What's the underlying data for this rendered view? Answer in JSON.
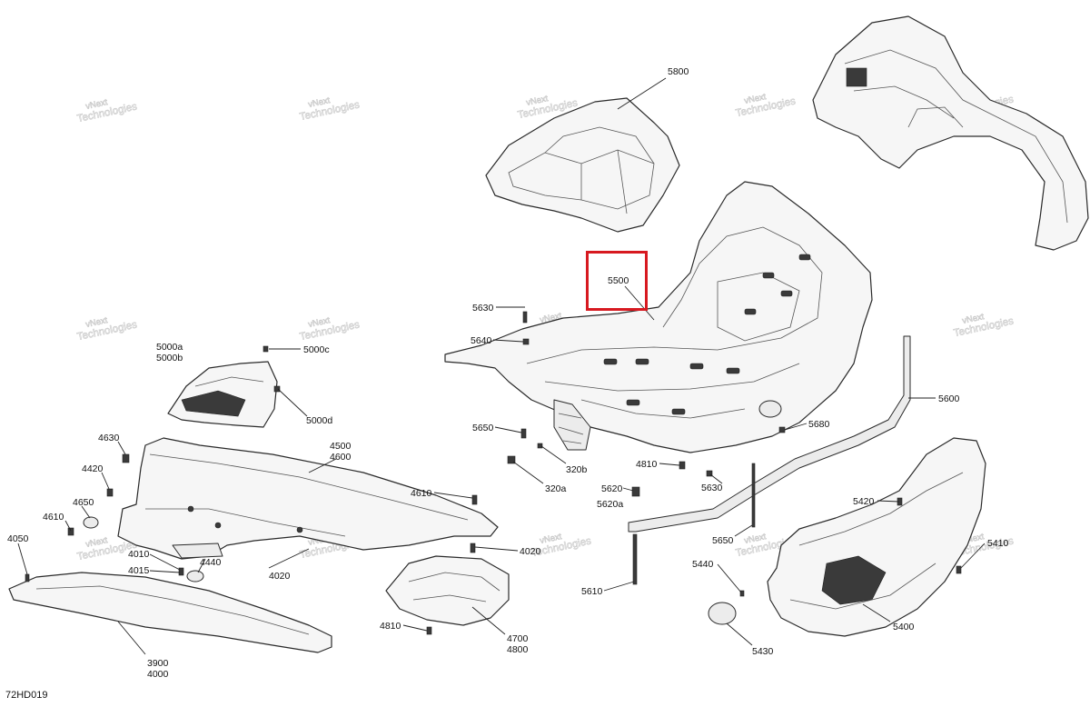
{
  "diagram": {
    "reference_code": "72HD019",
    "watermark": [
      "vNext",
      "Technologies"
    ],
    "highlight_color": "#d71920",
    "highlighted_part": "5500",
    "callouts": {
      "c5800": "5800",
      "c5500": "5500",
      "c5630a": "5630",
      "c5640": "5640",
      "c5650a": "5650",
      "c5680": "5680",
      "c5600": "5600",
      "c320b": "320b",
      "c320a": "320a",
      "c4810a": "4810",
      "c5630b": "5630",
      "c5620": "5620",
      "c5620a": "5620a",
      "c5650b": "5650",
      "c5610": "5610",
      "c5000a": "5000a",
      "c5000b": "5000b",
      "c5000c": "5000c",
      "c5000d": "5000d",
      "c4630": "4630",
      "c4500": "4500",
      "c4600": "4600",
      "c4420": "4420",
      "c4650": "4650",
      "c4610a": "4610",
      "c4610b": "4610",
      "c4050": "4050",
      "c4010": "4010",
      "c4015": "4015",
      "c4440": "4440",
      "c4020a": "4020",
      "c4020b": "4020",
      "c3900": "3900",
      "c4000": "4000",
      "c4810b": "4810",
      "c4700": "4700",
      "c4800": "4800",
      "c5420": "5420",
      "c5410": "5410",
      "c5440": "5440",
      "c5400": "5400",
      "c5430": "5430"
    }
  }
}
